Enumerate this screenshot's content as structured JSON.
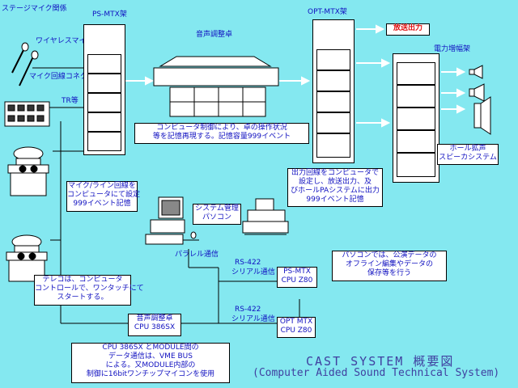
{
  "labels": {
    "stage_mic": "ステージマイク関係",
    "wireless_mic": "ワイヤレスマイク",
    "mic_connector": "マイク回線コネクター",
    "tr": "TR等",
    "ps_mtx_rack": "PS-MTX架",
    "console": "音声調整卓",
    "opt_mtx_rack": "OPT-MTX架",
    "broadcast_out": "放送出力",
    "power_amp_rack": "電力増幅架",
    "console_note": [
      "コンピュータ制御により、卓の操作状況",
      "等を記憶再現する。記憶容量999イベント"
    ],
    "opt_note": [
      "出力回線をコンピュータで",
      "設定し、放送出力、及",
      "びホールPAシステムに出力",
      "999イベント記憶"
    ],
    "hall_speaker": [
      "ホール拡声",
      "スピーカシステム"
    ],
    "mic_line_note": [
      "マイク/ライン回線を",
      "コンピュータにて設定",
      "999イベント記憶"
    ],
    "system_pc": [
      "システム管理",
      "パソコン"
    ],
    "parallel": "パラレル通信",
    "pc_note": [
      "パソコンでは、公演データの",
      "オフライン編集やデータの",
      "保存等を行う"
    ],
    "teleco_note": [
      "テレコは、コンピュータ",
      "コントロールで、ワンタッチにて",
      "スタートする。"
    ],
    "rs422_top": "RS-422",
    "serial_top": "シリアル通信",
    "rs422_bottom": "RS-422",
    "serial_bottom": "シリアル通信",
    "ps_mtx_cpu": [
      "PS-MTX",
      "CPU Z80"
    ],
    "opt_mtx_cpu": [
      "OPT MTX",
      "CPU Z80"
    ],
    "console_cpu": [
      "音声調整卓",
      "CPU 386SX"
    ],
    "cpu_note": [
      "CPU 386SX とMODULE間の",
      "データ通信は、VME BUS",
      "による。又MODULE内部の",
      "制御に16bitワンチップマイコンを使用"
    ],
    "title": "CAST SYSTEM 概要図",
    "subtitle": "(Computer Aided Sound Technical System)"
  },
  "colors": {
    "background": "#84e8f0",
    "text_blue": "#1010c0",
    "accent_red": "#e01010",
    "title": "#4040a0"
  }
}
